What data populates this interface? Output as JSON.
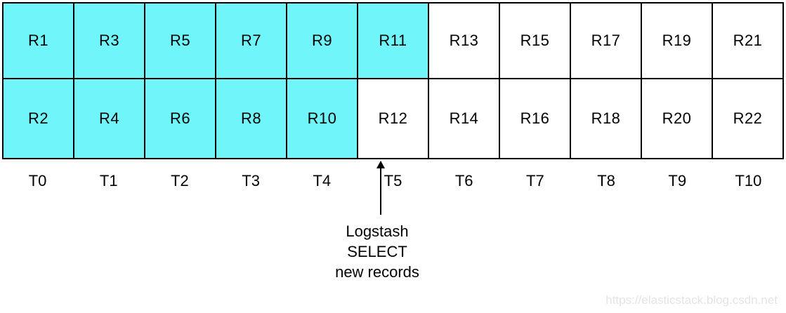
{
  "grid": {
    "rows": [
      {
        "cells": [
          {
            "label": "R1",
            "highlighted": true
          },
          {
            "label": "R3",
            "highlighted": true
          },
          {
            "label": "R5",
            "highlighted": true
          },
          {
            "label": "R7",
            "highlighted": true
          },
          {
            "label": "R9",
            "highlighted": true
          },
          {
            "label": "R11",
            "highlighted": true
          },
          {
            "label": "R13",
            "highlighted": false
          },
          {
            "label": "R15",
            "highlighted": false
          },
          {
            "label": "R17",
            "highlighted": false
          },
          {
            "label": "R19",
            "highlighted": false
          },
          {
            "label": "R21",
            "highlighted": false
          }
        ]
      },
      {
        "cells": [
          {
            "label": "R2",
            "highlighted": true
          },
          {
            "label": "R4",
            "highlighted": true
          },
          {
            "label": "R6",
            "highlighted": true
          },
          {
            "label": "R8",
            "highlighted": true
          },
          {
            "label": "R10",
            "highlighted": true
          },
          {
            "label": "R12",
            "highlighted": false
          },
          {
            "label": "R14",
            "highlighted": false
          },
          {
            "label": "R16",
            "highlighted": false
          },
          {
            "label": "R18",
            "highlighted": false
          },
          {
            "label": "R20",
            "highlighted": false
          },
          {
            "label": "R22",
            "highlighted": false
          }
        ]
      }
    ]
  },
  "timeline": {
    "labels": [
      "T0",
      "T1",
      "T2",
      "T3",
      "T4",
      "T5",
      "T6",
      "T7",
      "T8",
      "T9",
      "T10"
    ]
  },
  "annotation": {
    "text": "Logstash\nSELECT\nnew records"
  },
  "watermark": {
    "text": "https://elasticstack.blog.csdn.net"
  },
  "colors": {
    "highlight": "#70F6FA",
    "cell_default": "#FFFFFF",
    "border": "#000000",
    "watermark_text": "#E4E4E8"
  }
}
